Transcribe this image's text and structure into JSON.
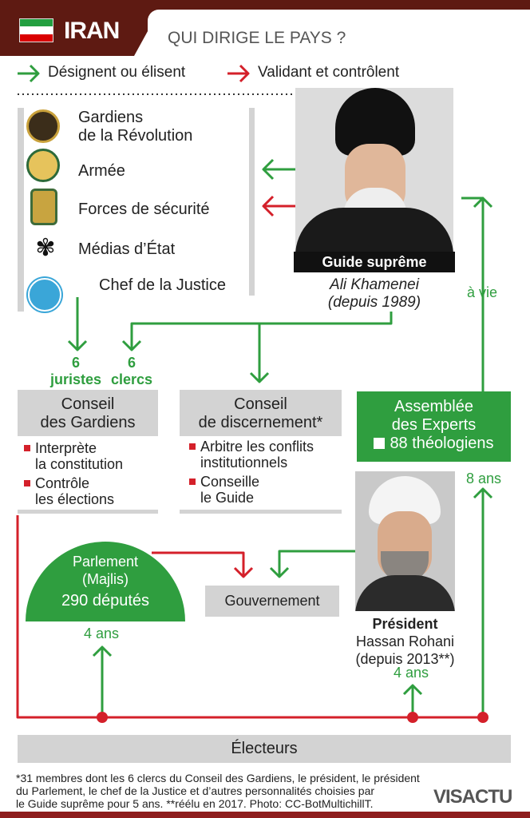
{
  "header": {
    "country": "IRAN",
    "title": "QUI DIRIGE LE PAYS ?"
  },
  "legend": {
    "green": "Désignent ou élisent",
    "red": "Validant et contrôlent"
  },
  "list": [
    "Gardiens",
    "de la Révolution",
    "Armée",
    "Forces de sécurité",
    "Médias d’État",
    "Chef de la Justice"
  ],
  "guide": {
    "label": "Guide suprême",
    "name": "Ali Khamenei",
    "since": "(depuis 1989)",
    "term": "à vie"
  },
  "appoint": {
    "jur_n": "6",
    "jur": "juristes",
    "cl_n": "6",
    "cl": "clercs"
  },
  "gardiens": {
    "title1": "Conseil",
    "title2": "des Gardiens",
    "b1a": "Interprète",
    "b1b": "la constitution",
    "b2a": "Contrôle",
    "b2b": "les élections"
  },
  "discernement": {
    "title1": "Conseil",
    "title2": "de discernement*",
    "b1a": "Arbitre les conflits",
    "b1b": "institutionnels",
    "b2a": "Conseille",
    "b2b": "le Guide"
  },
  "experts": {
    "title1": "Assemblée",
    "title2": "des Experts",
    "members": "88 théologiens",
    "term": "8 ans"
  },
  "parlement": {
    "l1": "Parlement",
    "l2": "(Majlis)",
    "l3": "290 députés",
    "term": "4 ans"
  },
  "gouvernement": "Gouvernement",
  "president": {
    "label": "Président",
    "name": "Hassan Rohani",
    "since": "(depuis 2013**)",
    "term": "4 ans"
  },
  "electeurs": "Électeurs",
  "footnote": [
    "*31 membres dont les 6 clercs du Conseil des Gardiens, le président, le président",
    "du Parlement,  le chef de la Justice et d’autres personnalités choisies par",
    "le Guide suprême pour 5 ans. **réélu en 2017. Photo: CC-BotMultichillT."
  ],
  "logo": "VISACTU",
  "colors": {
    "brand": "#5e1a12",
    "green": "#2f9e3f",
    "red": "#d4202a",
    "gray": "#d3d3d3"
  }
}
